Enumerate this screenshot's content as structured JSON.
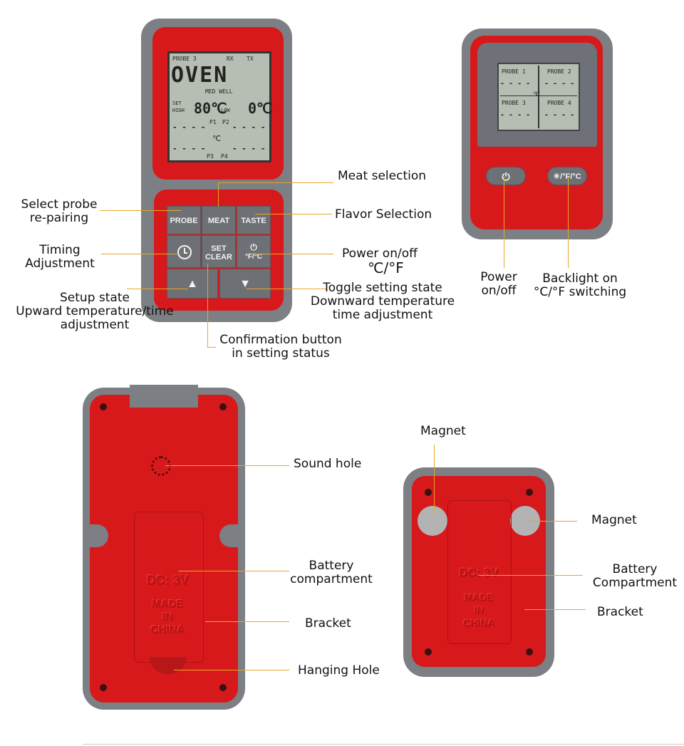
{
  "device1": {
    "screen": {
      "probe": "PROBE 3",
      "rx": "RX",
      "tx": "TX",
      "mode": "OVEN",
      "doneness": "MED WELL",
      "set": "SET",
      "high": "HIGH",
      "high_temp": "80℃",
      "low": "LOW",
      "low_temp": "0℃",
      "dash": "- - - -",
      "unit": "℃",
      "p1": "P1",
      "p2": "P2",
      "p3": "P3",
      "p4": "P4"
    },
    "keys": {
      "probe": "PROBE",
      "meat": "MEAT",
      "taste": "TASTE",
      "set": "SET",
      "clear": "CLEAR",
      "power_unit": "°F/°C",
      "up": "▲",
      "down": "▼"
    }
  },
  "device2": {
    "screen": {
      "probe1": "PROBE 1",
      "probe2": "PROBE 2",
      "probe3": "PROBE 3",
      "probe4": "PROBE 4",
      "dash": "- - - -",
      "unit": "℃"
    },
    "keys": {
      "light_unit": "☀/°F/°C"
    }
  },
  "back1": {
    "dc": "DC: 3V",
    "made": "MADE",
    "in": "IN",
    "china": "CHINA"
  },
  "back2": {
    "dc": "DC: 3V",
    "made": "MADE",
    "in": "IN",
    "china": "CHINA"
  },
  "labels": {
    "meat_selection": "Meat selection",
    "select_probe_1": "Select probe",
    "select_probe_2": "re-pairing",
    "flavor_selection": "Flavor Selection",
    "timing_1": "Timing",
    "timing_2": "Adjustment",
    "power_onoff": "Power on/off",
    "cf": "℃/°F",
    "setup_1": "Setup state",
    "setup_2": "Upward temperature/time",
    "setup_3": "adjustment",
    "toggle_1": "Toggle setting state",
    "toggle_2": "Downward temperature",
    "toggle_3": "time adjustment",
    "confirm_1": "Confirmation button",
    "confirm_2": "in setting status",
    "power2_1": "Power",
    "power2_2": "on/off",
    "backlight_1": "Backlight on",
    "backlight_2": "°C/°F switching",
    "sound_hole": "Sound hole",
    "battery1_1": "Battery",
    "battery1_2": "compartment",
    "bracket1": "Bracket",
    "hanging_hole": "Hanging Hole",
    "magnet_top": "Magnet",
    "magnet_right": "Magnet",
    "battery2_1": "Battery",
    "battery2_2": "Compartment",
    "bracket2": "Bracket"
  },
  "colors": {
    "body_gray": "#7c7f84",
    "body_red": "#d8191c",
    "lcd": "#b6bdb2",
    "leader_line": "#e8a52a"
  }
}
